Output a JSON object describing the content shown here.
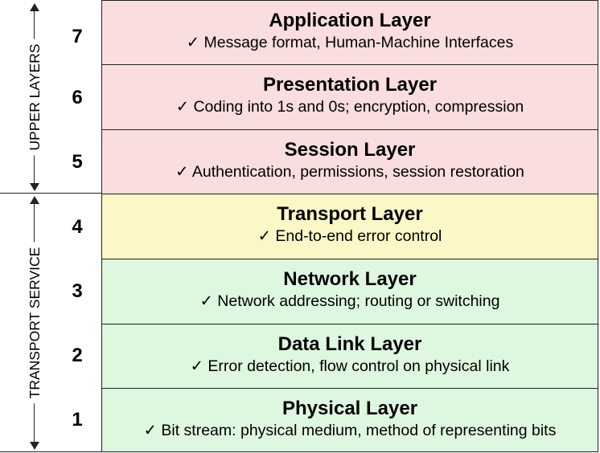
{
  "layers": [
    {
      "number": "7",
      "name": "Application Layer",
      "description": "✓ Message format, Human-Machine Interfaces",
      "color": "#fadddd"
    },
    {
      "number": "6",
      "name": "Presentation Layer",
      "description": "✓ Coding into 1s and 0s; encryption, compression",
      "color": "#fadddd"
    },
    {
      "number": "5",
      "name": "Session Layer",
      "description": "✓ Authentication, permissions, session restoration",
      "color": "#fadddd"
    },
    {
      "number": "4",
      "name": "Transport Layer",
      "description": "✓ End-to-end error control",
      "color": "#fbf7c6"
    },
    {
      "number": "3",
      "name": "Network Layer",
      "description": "✓ Network addressing; routing or switching",
      "color": "#def7df"
    },
    {
      "number": "2",
      "name": "Data Link Layer",
      "description": "✓ Error detection, flow control on physical link",
      "color": "#def7df"
    },
    {
      "number": "1",
      "name": "Physical Layer",
      "description": "✓ Bit stream: physical medium, method of representing bits",
      "color": "#def7df"
    }
  ],
  "groups": {
    "upper": {
      "label": "UPPER LAYERS"
    },
    "transport": {
      "label": "TRANSPORT SERVICE"
    }
  }
}
